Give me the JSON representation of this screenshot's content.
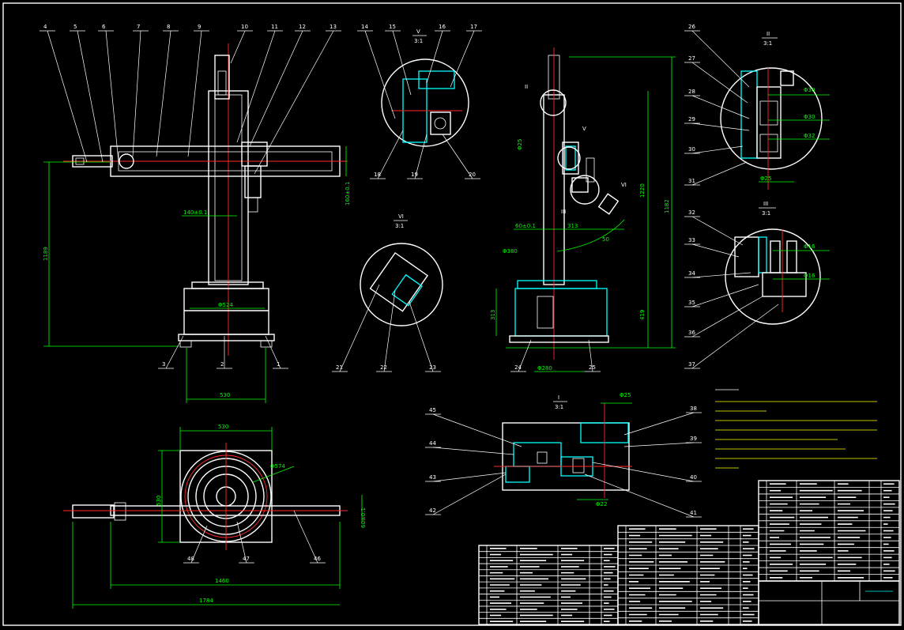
{
  "colors": {
    "background": "#000000",
    "outline": "#ffffff",
    "dimension": "#00ff00",
    "centerline": "#ff2a2a",
    "section": "#00ffff",
    "notes": "#ffff00",
    "marker": "#ff00ff"
  },
  "part_numbers": [
    "1",
    "2",
    "3",
    "4",
    "5",
    "6",
    "7",
    "8",
    "9",
    "10",
    "11",
    "12",
    "13",
    "14",
    "15",
    "16",
    "17",
    "18",
    "19",
    "20",
    "21",
    "22",
    "23",
    "24",
    "25",
    "26",
    "27",
    "28",
    "29",
    "30",
    "31",
    "32",
    "33",
    "34",
    "35",
    "36",
    "37",
    "38",
    "39",
    "40",
    "41",
    "42",
    "43",
    "44",
    "45",
    "46",
    "47",
    "48"
  ],
  "views": {
    "front": {
      "dims": {
        "d1": "1189",
        "d2": "140±0.1",
        "d3": "160±0.1",
        "d4": "Φ524",
        "d5": "530"
      }
    },
    "detail_v": {
      "label": "V",
      "scale": "3:1"
    },
    "detail_vi": {
      "label": "VI",
      "scale": "3:1"
    },
    "side": {
      "labels": {
        "l1": "II",
        "l2": "V",
        "l3": "III",
        "l4": "VI"
      },
      "dims": {
        "d1": "1220",
        "d2": "1182",
        "d3": "419",
        "d4": "313",
        "d5": "313",
        "d6": "60±0.1",
        "d7": "Φ380",
        "d8": "Φ280",
        "d9": "Φ25",
        "d10": "50"
      }
    },
    "detail_ii": {
      "label": "II",
      "scale": "3:1",
      "dims": {
        "d1": "Φ30",
        "d2": "Φ30",
        "d3": "Φ32",
        "d4": "Φ25"
      }
    },
    "detail_iii": {
      "label": "III",
      "scale": "3:1",
      "dims": {
        "d1": "Φ16",
        "d2": "Φ16"
      }
    },
    "top": {
      "dims": {
        "d1": "530",
        "d2": "530",
        "d3": "Φ574",
        "d4": "1460",
        "d5": "1784",
        "d6": "60±0.1"
      }
    },
    "detail_i": {
      "label": "I",
      "scale": "3:1",
      "dims": {
        "d1": "Φ25",
        "d2": "Φ22"
      }
    }
  }
}
